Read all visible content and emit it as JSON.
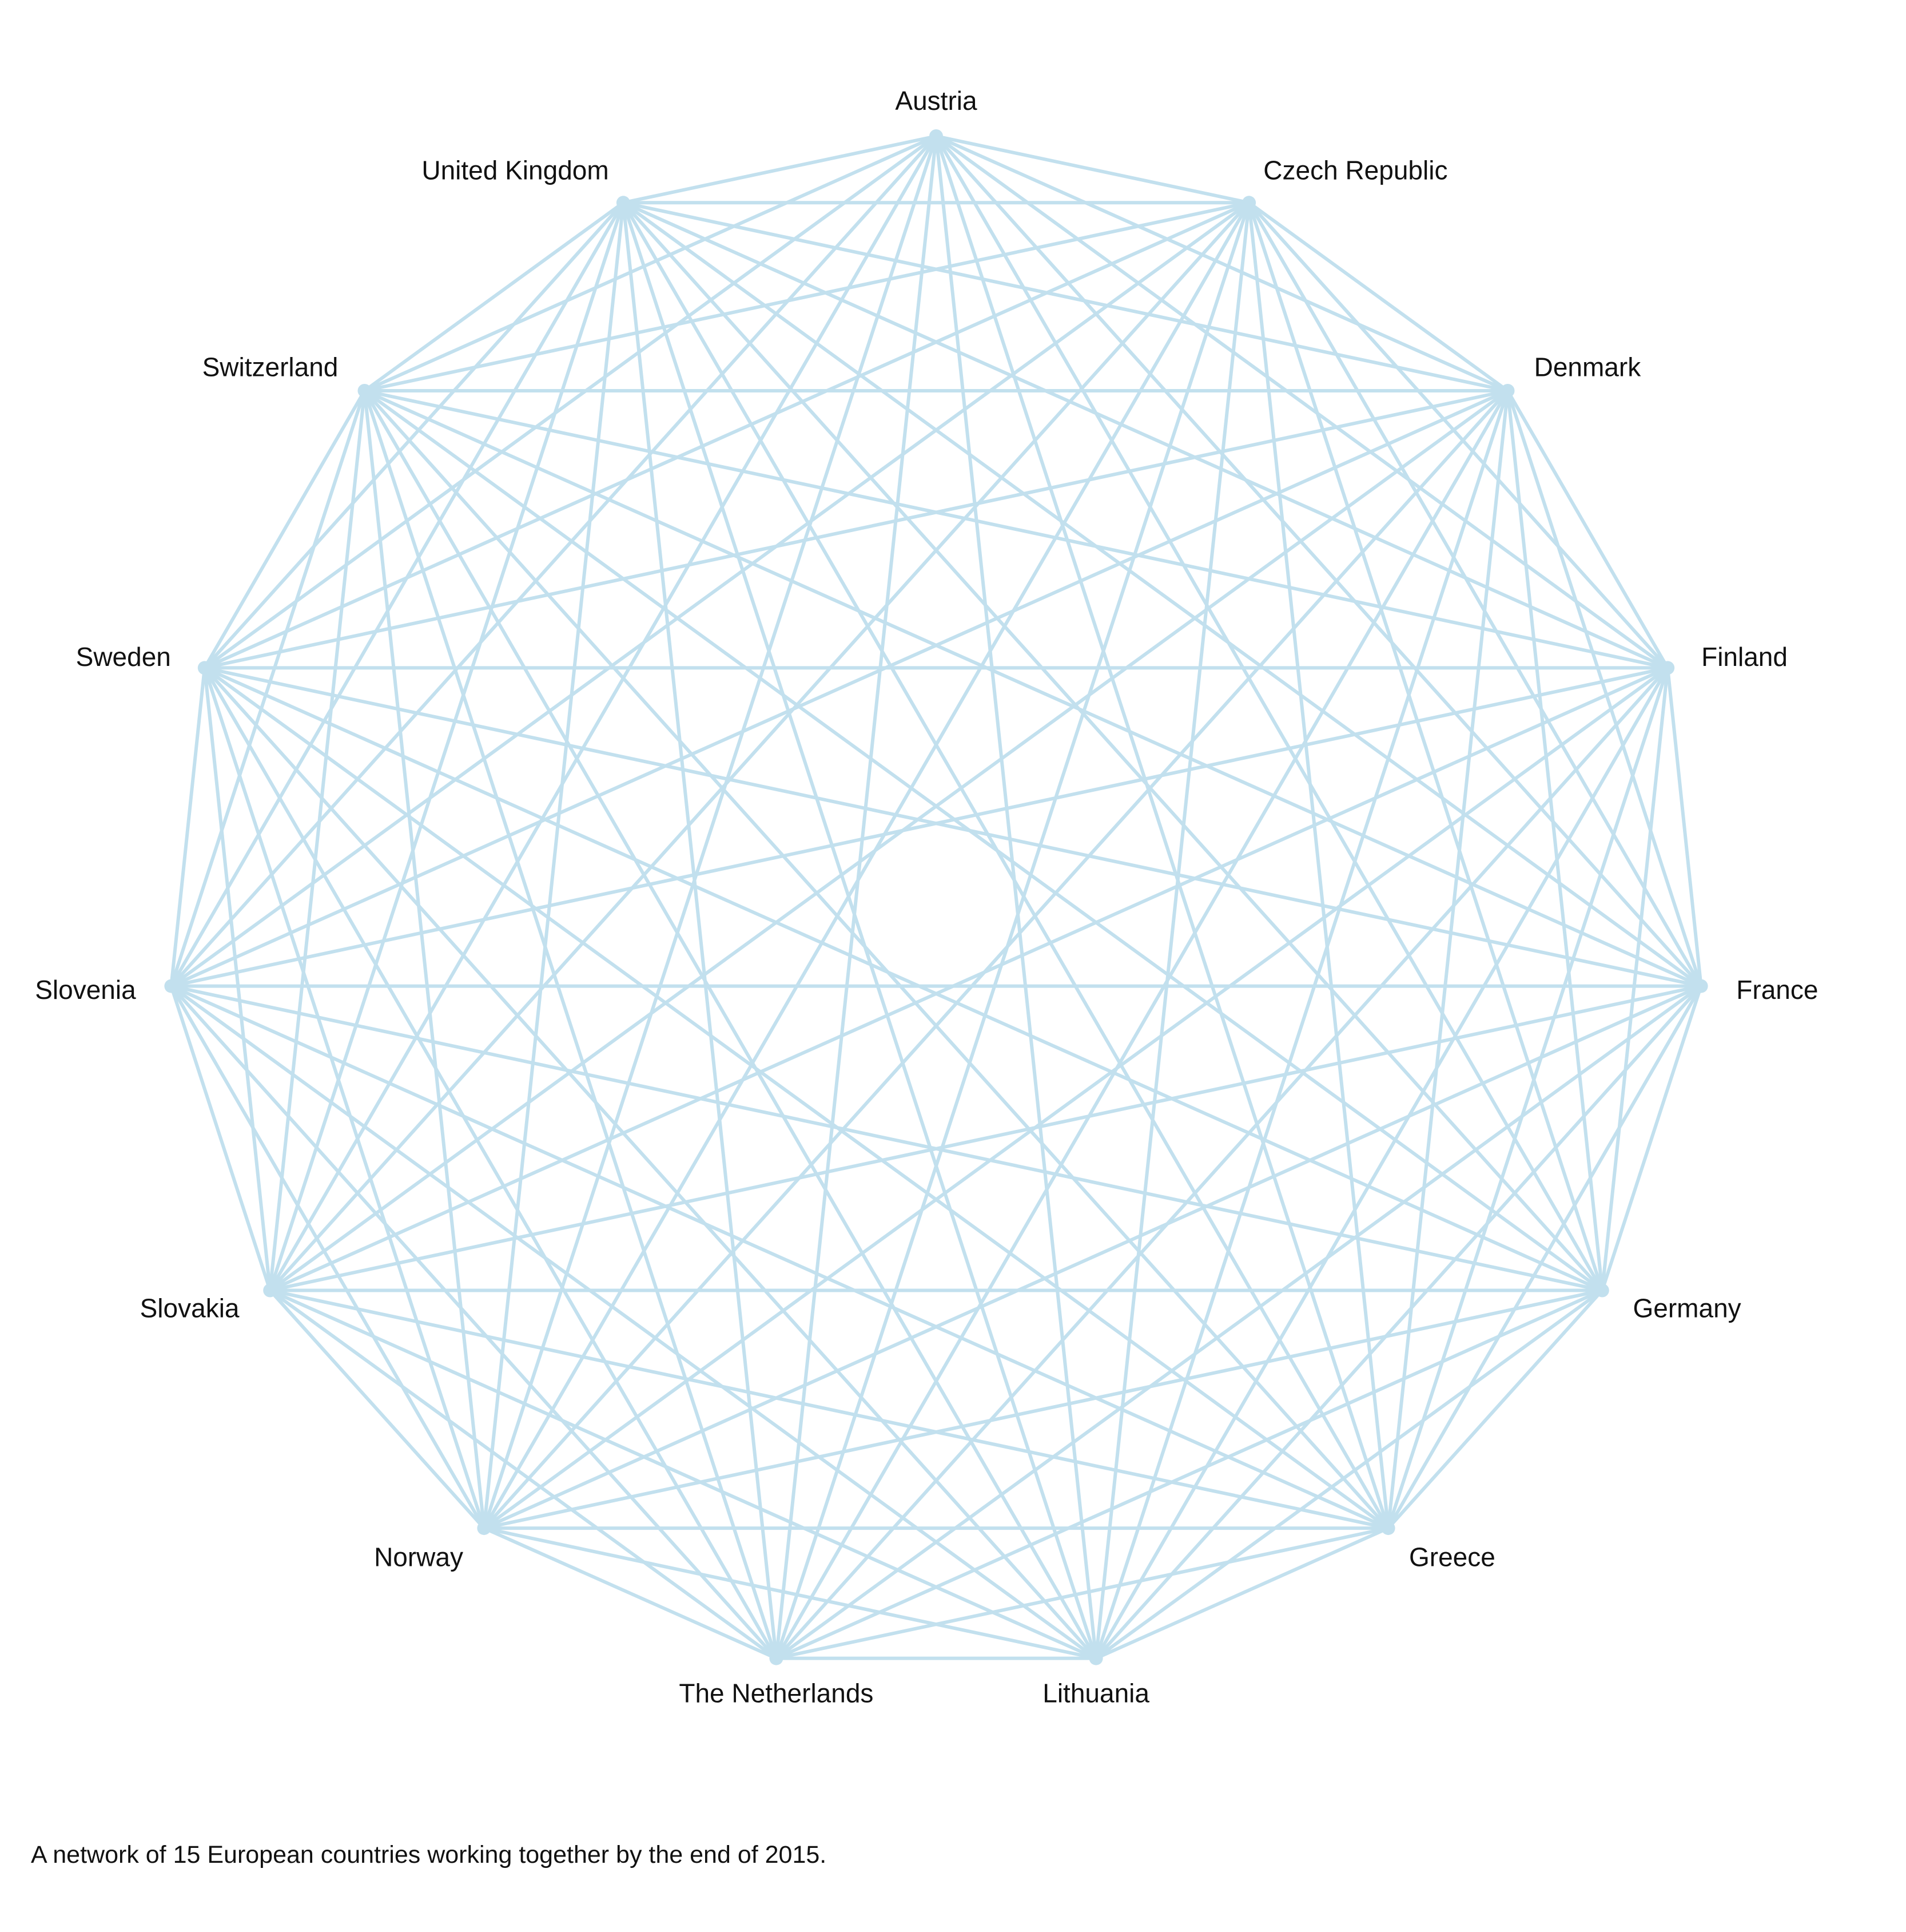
{
  "network": {
    "edge_color": "#c2e0ee",
    "label_color": "#111111",
    "background": "#ffffff",
    "complete_graph": true,
    "nodes": [
      "Austria",
      "Czech Republic",
      "Denmark",
      "Finland",
      "France",
      "Germany",
      "Greece",
      "Lithuania",
      "The Netherlands",
      "Norway",
      "Slovakia",
      "Slovenia",
      "Sweden",
      "Switzerland",
      "United Kingdom"
    ]
  },
  "caption": "A network of 15 European countries working together by the end of 2015."
}
